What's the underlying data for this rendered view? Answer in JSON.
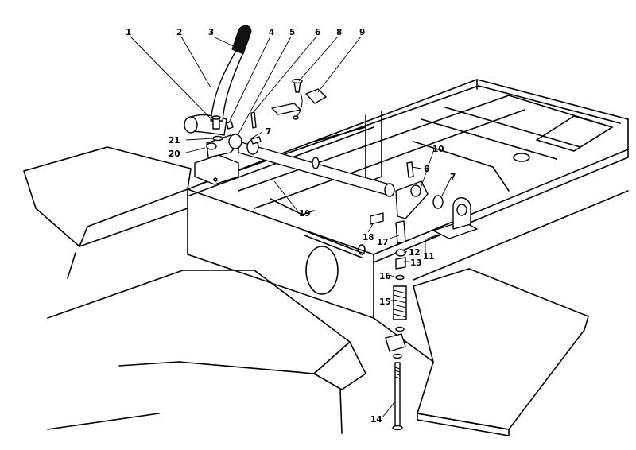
{
  "callouts": [
    {
      "id": "c1",
      "label": "1"
    },
    {
      "id": "c2",
      "label": "2"
    },
    {
      "id": "c3",
      "label": "3"
    },
    {
      "id": "c4",
      "label": "4"
    },
    {
      "id": "c5",
      "label": "5"
    },
    {
      "id": "c6a",
      "label": "6"
    },
    {
      "id": "c8",
      "label": "8"
    },
    {
      "id": "c9",
      "label": "9"
    },
    {
      "id": "c7a",
      "label": "7"
    },
    {
      "id": "c21",
      "label": "21"
    },
    {
      "id": "c20",
      "label": "20"
    },
    {
      "id": "c19",
      "label": "19"
    },
    {
      "id": "c6b",
      "label": "6"
    },
    {
      "id": "c10",
      "label": "10"
    },
    {
      "id": "c7b",
      "label": "7"
    },
    {
      "id": "c18",
      "label": "18"
    },
    {
      "id": "c17",
      "label": "17"
    },
    {
      "id": "c11",
      "label": "11"
    },
    {
      "id": "c12",
      "label": "12"
    },
    {
      "id": "c13",
      "label": "13"
    },
    {
      "id": "c16",
      "label": "16"
    },
    {
      "id": "c15",
      "label": "15"
    },
    {
      "id": "c14",
      "label": "14"
    }
  ]
}
